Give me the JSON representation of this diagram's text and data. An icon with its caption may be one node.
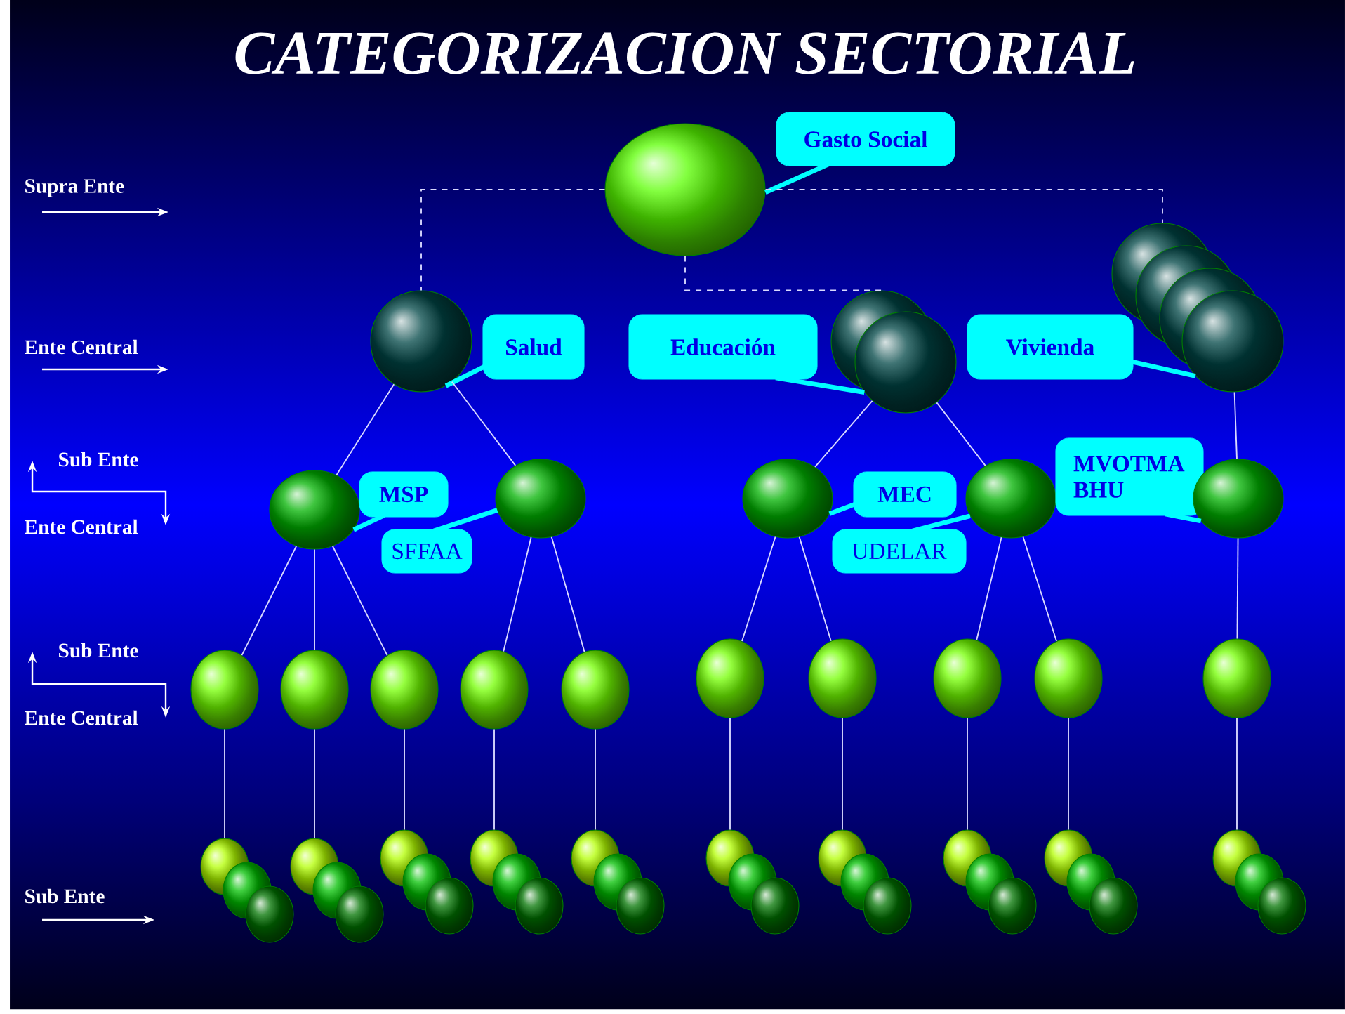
{
  "diagram": {
    "title": "CATEGORIZACION SECTORIAL",
    "nodes": [
      {
        "text": [],
        "shape": "circle"
      },
      {
        "text": [
          "Gasto Social"
        ]
      },
      {
        "text": [],
        "shape": "circle"
      },
      {
        "text": [
          "Salud"
        ]
      },
      {
        "text": [
          "Educación"
        ]
      },
      {
        "text": [],
        "shape": "circle"
      },
      {
        "text": [],
        "shape": "circle"
      },
      {
        "text": [
          "Vivienda"
        ]
      },
      {
        "text": [],
        "shape": "circle"
      },
      {
        "text": [],
        "shape": "circle"
      },
      {
        "text": [],
        "shape": "circle"
      },
      {
        "text": [],
        "shape": "circle"
      },
      {
        "text": [],
        "shape": "circle"
      },
      {
        "text": [
          "MSP"
        ]
      },
      {
        "text": [
          "SFFAA"
        ]
      },
      {
        "text": [],
        "shape": "circle"
      },
      {
        "text": [],
        "shape": "circle"
      },
      {
        "text": [
          "MEC"
        ]
      },
      {
        "text": [
          "UDELAR"
        ]
      },
      {
        "text": [],
        "shape": "circle"
      },
      {
        "text": [
          "MVOTMA BHU"
        ]
      },
      {
        "text": [],
        "shape": "circle"
      },
      {
        "text": [],
        "shape": "circle"
      },
      {
        "text": [],
        "shape": "circle"
      },
      {
        "text": [],
        "shape": "circle"
      },
      {
        "text": [],
        "shape": "circle"
      },
      {
        "text": [],
        "shape": "circle"
      },
      {
        "text": [],
        "shape": "circle"
      },
      {
        "text": [],
        "shape": "circle"
      },
      {
        "text": [],
        "shape": "circle"
      },
      {
        "text": [],
        "shape": "circle"
      },
      {
        "text": [],
        "shape": "circle"
      },
      {
        "text": [],
        "shape": "circle"
      },
      {
        "text": [],
        "shape": "circle"
      },
      {
        "text": [],
        "shape": "circle"
      },
      {
        "text": [],
        "shape": "circle"
      },
      {
        "text": [],
        "shape": "circle"
      },
      {
        "text": [],
        "shape": "circle"
      },
      {
        "text": [],
        "shape": "circle"
      },
      {
        "text": [],
        "shape": "circle"
      },
      {
        "text": [],
        "shape": "circle"
      },
      {
        "text": [],
        "shape": "circle"
      },
      {
        "text": [],
        "shape": "circle"
      },
      {
        "text": [],
        "shape": "circle"
      },
      {
        "text": [],
        "shape": "circle"
      },
      {
        "text": [],
        "shape": "circle"
      },
      {
        "text": [],
        "shape": "circle"
      },
      {
        "text": [],
        "shape": "circle"
      },
      {
        "text": [],
        "shape": "circle"
      },
      {
        "text": [],
        "shape": "circle"
      },
      {
        "text": [],
        "shape": "circle"
      },
      {
        "text": [],
        "shape": "circle"
      },
      {
        "text": [],
        "shape": "circle"
      },
      {
        "text": [],
        "shape": "circle"
      },
      {
        "text": [],
        "shape": "circle"
      },
      {
        "text": [],
        "shape": "circle"
      },
      {
        "text": [],
        "shape": "circle"
      },
      {
        "text": [],
        "shape": "circle"
      },
      {
        "text": [],
        "shape": "circle"
      },
      {
        "text": [],
        "shape": "circle"
      },
      {
        "text": [],
        "shape": "circle"
      },
      {
        "text": [],
        "shape": "circle"
      }
    ],
    "edges": [
      {
        "from": 1,
        "to": 0,
        "arrow": "none",
        "style": "thick",
        "color": "#00ffff"
      },
      {
        "from": 3,
        "to": 2,
        "arrow": "none",
        "style": "thick",
        "color": "#00ffff"
      },
      {
        "from": 4,
        "to": 6,
        "arrow": "none",
        "style": "thick",
        "color": "#00ffff"
      },
      {
        "from": 7,
        "to": 11,
        "arrow": "none",
        "style": "thick",
        "color": "#00ffff"
      },
      {
        "from": 13,
        "to": 12,
        "arrow": "none",
        "style": "thick",
        "color": "#00ffff"
      },
      {
        "from": 14,
        "to": 15,
        "arrow": "none",
        "style": "thick",
        "color": "#00ffff"
      },
      {
        "from": 17,
        "to": 16,
        "arrow": "none",
        "style": "thick",
        "color": "#00ffff"
      },
      {
        "from": 18,
        "to": 19,
        "arrow": "none",
        "style": "thick",
        "color": "#00ffff"
      },
      {
        "from": 20,
        "to": 21,
        "arrow": "none",
        "style": "thick",
        "color": "#00ffff"
      },
      {
        "from": 0,
        "to": 2,
        "arrow": "none",
        "style": "dashed"
      },
      {
        "from": 0,
        "to": 5,
        "arrow": "none",
        "style": "dashed"
      },
      {
        "from": 0,
        "to": 8,
        "arrow": "none",
        "style": "dashed"
      },
      {
        "from": 2,
        "to": 12,
        "arrow": "none"
      },
      {
        "from": 2,
        "to": 15,
        "arrow": "none"
      },
      {
        "from": 6,
        "to": 16,
        "arrow": "none"
      },
      {
        "from": 6,
        "to": 19,
        "arrow": "none"
      },
      {
        "from": 11,
        "to": 21,
        "arrow": "none"
      },
      {
        "from": 12,
        "to": 22,
        "arrow": "none"
      },
      {
        "from": 12,
        "to": 23,
        "arrow": "none"
      },
      {
        "from": 12,
        "to": 24,
        "arrow": "none"
      },
      {
        "from": 15,
        "to": 25,
        "arrow": "none"
      },
      {
        "from": 15,
        "to": 26,
        "arrow": "none"
      },
      {
        "from": 16,
        "to": 27,
        "arrow": "none"
      },
      {
        "from": 16,
        "to": 28,
        "arrow": "none"
      },
      {
        "from": 19,
        "to": 29,
        "arrow": "none"
      },
      {
        "from": 19,
        "to": 30,
        "arrow": "none"
      },
      {
        "from": 21,
        "to": 31,
        "arrow": "none"
      },
      {
        "from": 22,
        "to": 32,
        "arrow": "none"
      },
      {
        "from": 23,
        "to": 35,
        "arrow": "none"
      },
      {
        "from": 24,
        "to": 38,
        "arrow": "none"
      },
      {
        "from": 25,
        "to": 41,
        "arrow": "none"
      },
      {
        "from": 26,
        "to": 44,
        "arrow": "none"
      },
      {
        "from": 27,
        "to": 47,
        "arrow": "none"
      },
      {
        "from": 28,
        "to": 50,
        "arrow": "none"
      },
      {
        "from": 29,
        "to": 53,
        "arrow": "none"
      },
      {
        "from": 30,
        "to": 56,
        "arrow": "none"
      },
      {
        "from": 31,
        "to": 59,
        "arrow": "none"
      }
    ],
    "labels": [
      "Supra Ente",
      "Ente Central",
      "Sub Ente",
      "Ente Central",
      "Sub Ente",
      "Ente Central",
      "Sub Ente"
    ]
  }
}
